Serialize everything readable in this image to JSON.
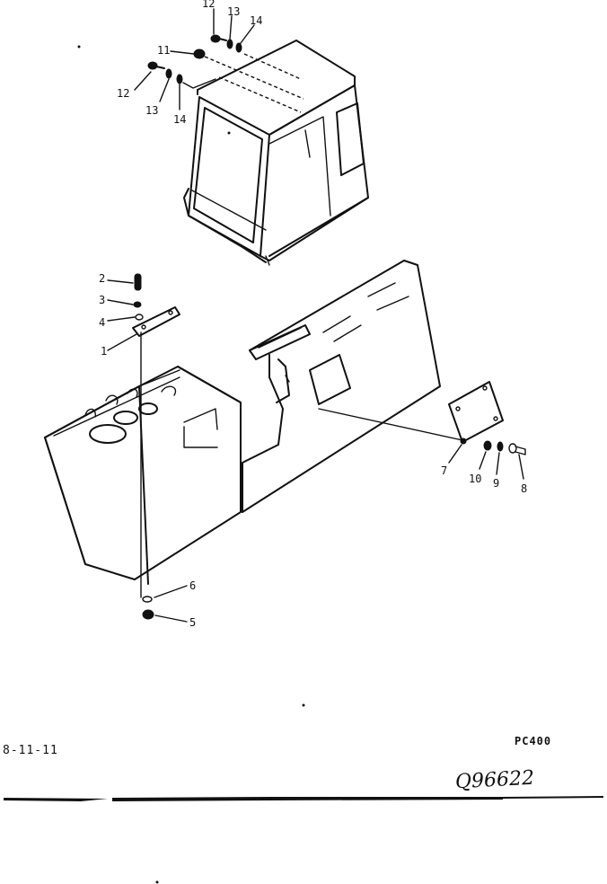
{
  "diagram": {
    "callouts": {
      "c1": "1",
      "c2": "2",
      "c3": "3",
      "c4": "4",
      "c5": "5",
      "c6": "6",
      "c7": "7",
      "c8": "8",
      "c9": "9",
      "c10": "10",
      "c11": "11",
      "c12a": "12",
      "c12b": "12",
      "c13a": "13",
      "c13b": "13",
      "c14a": "14",
      "c14b": "14"
    }
  },
  "footer": {
    "page_ref": "8-11-11",
    "model": "PC400",
    "serial": "Q96622"
  }
}
